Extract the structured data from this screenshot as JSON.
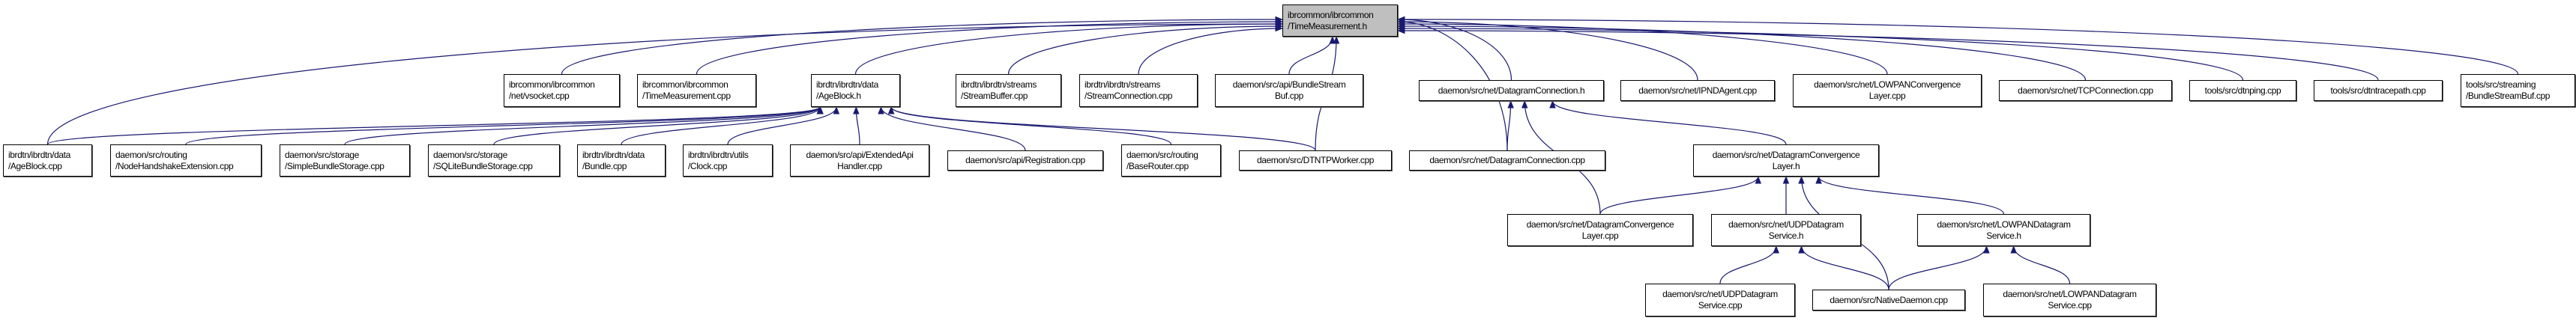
{
  "graph": {
    "edge_color": "#191970",
    "root_fill": "#bfbfbf",
    "node_fill": "#ffffff",
    "nodes": [
      {
        "id": "root",
        "lines": [
          "ibrcommon/ibrcommon",
          "/TimeMeasurement.h"
        ],
        "root": true
      },
      {
        "id": "vsocket",
        "lines": [
          "ibrcommon/ibrcommon",
          "/net/vsocket.cpp"
        ]
      },
      {
        "id": "tmcpp",
        "lines": [
          "ibrcommon/ibrcommon",
          "/TimeMeasurement.cpp"
        ]
      },
      {
        "id": "ageh",
        "lines": [
          "ibrdtn/ibrdtn/data",
          "/AgeBlock.h"
        ]
      },
      {
        "id": "streambuf",
        "lines": [
          "ibrdtn/ibrdtn/streams",
          "/StreamBuffer.cpp"
        ]
      },
      {
        "id": "streamconn",
        "lines": [
          "ibrdtn/ibrdtn/streams",
          "/StreamConnection.cpp"
        ]
      },
      {
        "id": "apibsb",
        "lines": [
          "daemon/src/api/BundleStream",
          "Buf.cpp"
        ]
      },
      {
        "id": "dgconnh",
        "lines": [
          "daemon/src/net/DatagramConnection.h"
        ]
      },
      {
        "id": "ipnd",
        "lines": [
          "daemon/src/net/IPNDAgent.cpp"
        ]
      },
      {
        "id": "lowpancl",
        "lines": [
          "daemon/src/net/LOWPANConvergence",
          "Layer.cpp"
        ]
      },
      {
        "id": "tcpconn",
        "lines": [
          "daemon/src/net/TCPConnection.cpp"
        ]
      },
      {
        "id": "dtnping",
        "lines": [
          "tools/src/dtnping.cpp"
        ]
      },
      {
        "id": "dtntrace",
        "lines": [
          "tools/src/dtntracepath.cpp"
        ]
      },
      {
        "id": "toolsbsb",
        "lines": [
          "tools/src/streaming",
          "/BundleStreamBuf.cpp"
        ]
      },
      {
        "id": "agecpp",
        "lines": [
          "ibrdtn/ibrdtn/data",
          "/AgeBlock.cpp"
        ]
      },
      {
        "id": "nodehs",
        "lines": [
          "daemon/src/routing",
          "/NodeHandshakeExtension.cpp"
        ]
      },
      {
        "id": "simplestore",
        "lines": [
          "daemon/src/storage",
          "/SimpleBundleStorage.cpp"
        ]
      },
      {
        "id": "sqlitestore",
        "lines": [
          "daemon/src/storage",
          "/SQLiteBundleStorage.cpp"
        ]
      },
      {
        "id": "bundlecpp",
        "lines": [
          "ibrdtn/ibrdtn/data",
          "/Bundle.cpp"
        ]
      },
      {
        "id": "clockcpp",
        "lines": [
          "ibrdtn/ibrdtn/utils",
          "/Clock.cpp"
        ]
      },
      {
        "id": "extapi",
        "lines": [
          "daemon/src/api/ExtendedApi",
          "Handler.cpp"
        ]
      },
      {
        "id": "registration",
        "lines": [
          "daemon/src/api/Registration.cpp"
        ]
      },
      {
        "id": "baserouter",
        "lines": [
          "daemon/src/routing",
          "/BaseRouter.cpp"
        ]
      },
      {
        "id": "dtntp",
        "lines": [
          "daemon/src/DTNTPWorker.cpp"
        ]
      },
      {
        "id": "dgconncpp",
        "lines": [
          "daemon/src/net/DatagramConnection.cpp"
        ]
      },
      {
        "id": "dgclh",
        "lines": [
          "daemon/src/net/DatagramConvergence",
          "Layer.h"
        ]
      },
      {
        "id": "dgclcpp",
        "lines": [
          "daemon/src/net/DatagramConvergence",
          "Layer.cpp"
        ]
      },
      {
        "id": "udph",
        "lines": [
          "daemon/src/net/UDPDatagram",
          "Service.h"
        ]
      },
      {
        "id": "lowpanh",
        "lines": [
          "daemon/src/net/LOWPANDatagram",
          "Service.h"
        ]
      },
      {
        "id": "udpcpp",
        "lines": [
          "daemon/src/net/UDPDatagram",
          "Service.cpp"
        ]
      },
      {
        "id": "native",
        "lines": [
          "daemon/src/NativeDaemon.cpp"
        ]
      },
      {
        "id": "lowpancpp",
        "lines": [
          "daemon/src/net/LOWPANDatagram",
          "Service.cpp"
        ]
      }
    ],
    "edges": [
      [
        "vsocket",
        "root"
      ],
      [
        "tmcpp",
        "root"
      ],
      [
        "ageh",
        "root"
      ],
      [
        "streambuf",
        "root"
      ],
      [
        "streamconn",
        "root"
      ],
      [
        "apibsb",
        "root"
      ],
      [
        "dgconnh",
        "root"
      ],
      [
        "ipnd",
        "root"
      ],
      [
        "lowpancl",
        "root"
      ],
      [
        "tcpconn",
        "root"
      ],
      [
        "dtnping",
        "root"
      ],
      [
        "dtntrace",
        "root"
      ],
      [
        "toolsbsb",
        "root"
      ],
      [
        "dgconncpp",
        "root"
      ],
      [
        "agecpp",
        "root"
      ],
      [
        "dtntp",
        "root"
      ],
      [
        "agecpp",
        "ageh"
      ],
      [
        "nodehs",
        "ageh"
      ],
      [
        "simplestore",
        "ageh"
      ],
      [
        "sqlitestore",
        "ageh"
      ],
      [
        "bundlecpp",
        "ageh"
      ],
      [
        "clockcpp",
        "ageh"
      ],
      [
        "extapi",
        "ageh"
      ],
      [
        "registration",
        "ageh"
      ],
      [
        "baserouter",
        "ageh"
      ],
      [
        "dtntp",
        "ageh"
      ],
      [
        "dgconncpp",
        "dgconnh"
      ],
      [
        "dgclcpp",
        "dgconnh"
      ],
      [
        "dgclh",
        "dgconnh"
      ],
      [
        "dgclcpp",
        "dgclh"
      ],
      [
        "udph",
        "dgclh"
      ],
      [
        "native",
        "dgclh"
      ],
      [
        "lowpanh",
        "dgclh"
      ],
      [
        "udpcpp",
        "udph"
      ],
      [
        "native",
        "udph"
      ],
      [
        "native",
        "lowpanh"
      ],
      [
        "lowpancpp",
        "lowpanh"
      ]
    ]
  }
}
